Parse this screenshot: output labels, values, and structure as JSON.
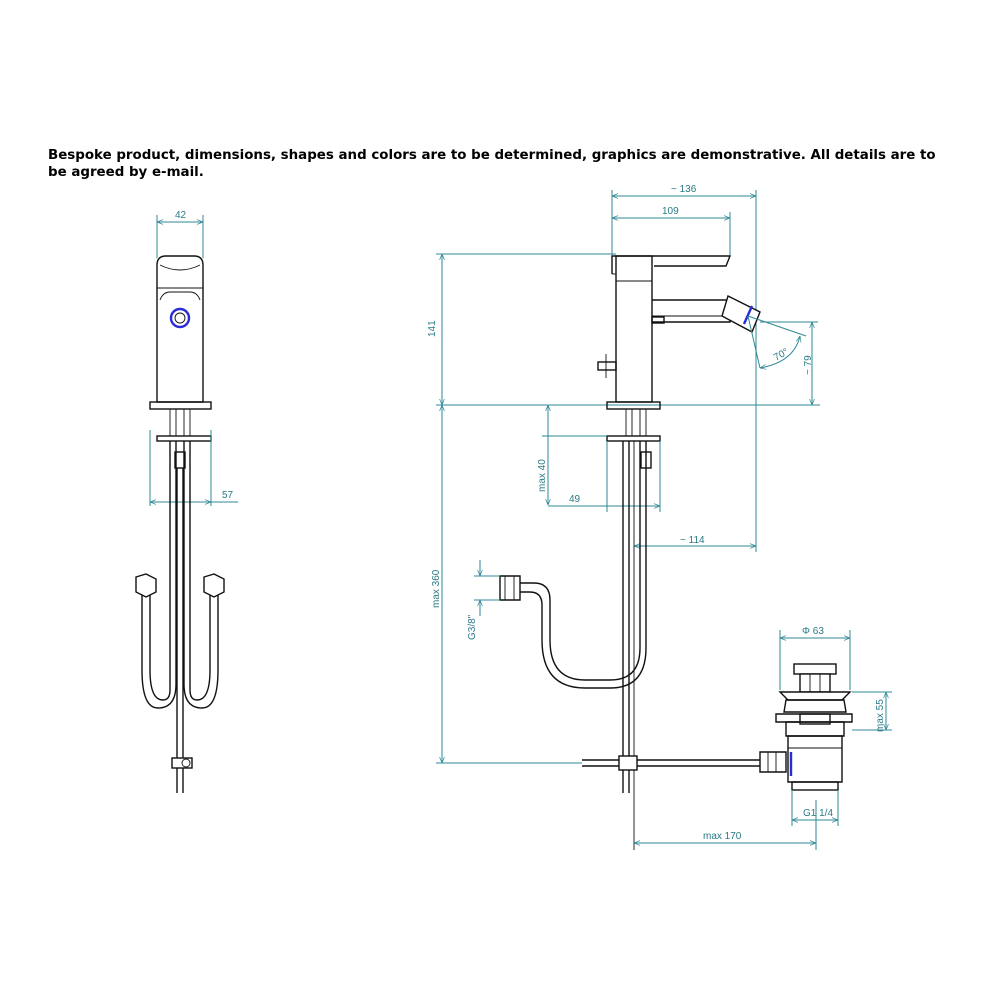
{
  "notice": "Bespoke product, dimensions, shapes and colors are to be determined, graphics are demonstrative. All details are to be agreed by e-mail.",
  "dims": {
    "d42": "42",
    "d57": "57",
    "d136": "~ 136",
    "d109": "109",
    "d141": "141",
    "d70": "70°",
    "d79": "~ 79",
    "dmax40": "max 40",
    "d49": "49",
    "d114": "~ 114",
    "dmax360": "max 360",
    "dg38": "G3/8\"",
    "dphi63": "Φ 63",
    "dmax55": "max 55",
    "dg114": "G1 1/4",
    "dmax170": "max 170"
  },
  "colors": {
    "dimension": "#2f8a96",
    "outline": "#111111",
    "accent": "#2b2bd6"
  }
}
